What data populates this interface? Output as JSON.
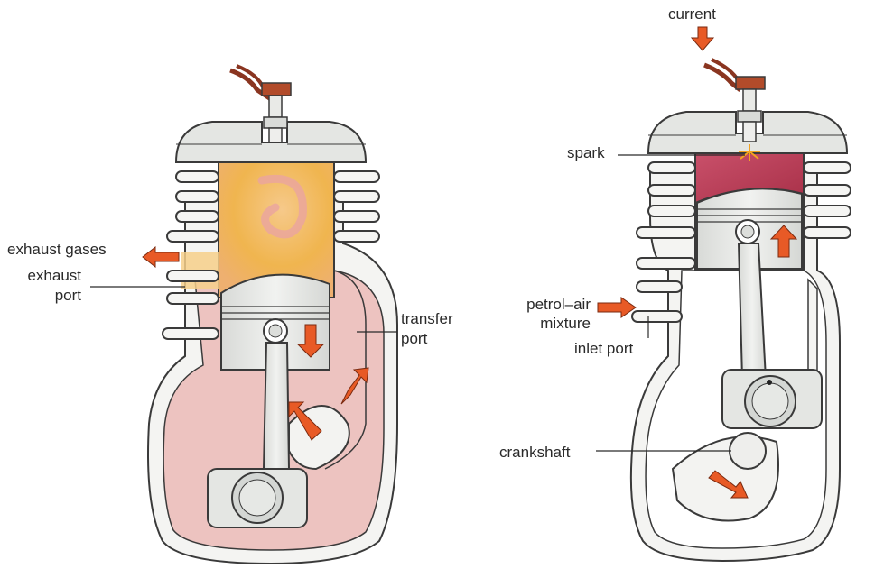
{
  "labels": {
    "exhaust_gases": "exhaust gases",
    "exhaust_port_line1": "exhaust",
    "exhaust_port_line2": "port",
    "transfer_port_line1": "transfer",
    "transfer_port_line2": "port",
    "current": "current",
    "spark": "spark",
    "petrol_air_line1": "petrol–air",
    "petrol_air_line2": "mixture",
    "inlet_port": "inlet port",
    "crankshaft": "crankshaft"
  },
  "colors": {
    "outline": "#3a3a3a",
    "metal": "#e4e6e3",
    "crankcase_mixture": "#edc3c0",
    "exhaust_gas": "#f0b54f",
    "compressed_mixture": "#b83c55",
    "arrow": "#e85a26",
    "wire": "#8a3520",
    "spark": "#f4a320"
  }
}
